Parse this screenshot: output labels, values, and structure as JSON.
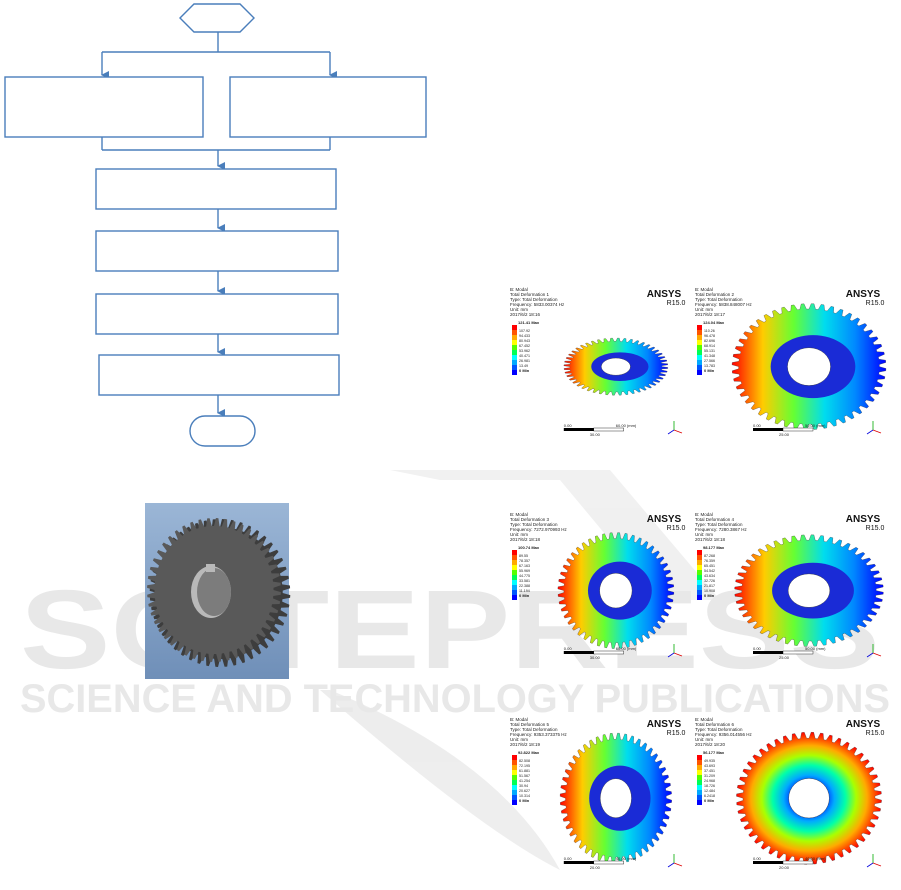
{
  "fem_panels": [
    {
      "title": [
        "B: Modal",
        "Total Deformation 1",
        "Type: Total Deformation",
        "Frequency: 5833.00374 Hz",
        "Unit: mm",
        "2017/6/2 18:16"
      ],
      "logo": "ANSYS",
      "version": "R15.0",
      "max_label": "121.41 Max",
      "legend": [
        "107.92",
        "94.433",
        "80.943",
        "67.452",
        "53.962",
        "40.471",
        "26.981",
        "13.49"
      ],
      "min_label": "0 Min",
      "scale_left": "0.00",
      "scale_right": "60.00 (mm)",
      "scale_mid": "30.00"
    },
    {
      "title": [
        "B: Modal",
        "Total Deformation 2",
        "Type: Total Deformation",
        "Frequency: 5838.848007 Hz",
        "Unit: mm",
        "2017/6/2 18:17"
      ],
      "logo": "ANSYS",
      "version": "R15.0",
      "max_label": "124.04 Max",
      "legend": [
        "110.26",
        "96.478",
        "82.696",
        "68.914",
        "55.131",
        "41.348",
        "27.566",
        "13.783"
      ],
      "min_label": "0 Min",
      "scale_left": "0.00",
      "scale_right": "50.00 (mm)",
      "scale_mid": "25.00"
    },
    {
      "title": [
        "B: Modal",
        "Total Deformation 3",
        "Type: Total Deformation",
        "Frequency: 7272.970993 Hz",
        "Unit: mm",
        "2017/6/2 18:18"
      ],
      "logo": "ANSYS",
      "version": "R15.0",
      "max_label": "100.74 Max",
      "legend": [
        "89.55",
        "78.357",
        "67.163",
        "55.969",
        "44.775",
        "33.581",
        "22.388",
        "11.194"
      ],
      "min_label": "0 Min",
      "scale_left": "0.00",
      "scale_right": "60.00 (mm)",
      "scale_mid": "30.00"
    },
    {
      "title": [
        "B: Modal",
        "Total Deformation 4",
        "Type: Total Deformation",
        "Frequency: 7280.3867 Hz",
        "Unit: mm",
        "2017/6/2 18:18"
      ],
      "logo": "ANSYS",
      "version": "R15.0",
      "max_label": "98.177 Max",
      "legend": [
        "87.268",
        "76.359",
        "65.451",
        "54.542",
        "43.634",
        "32.726",
        "21.817",
        "10.908"
      ],
      "min_label": "0 Min",
      "scale_left": "0.00",
      "scale_right": "50.00 (mm)",
      "scale_mid": "25.00"
    },
    {
      "title": [
        "B: Modal",
        "Total Deformation 5",
        "Type: Total Deformation",
        "Frequency: 9353.373375 Hz",
        "Unit: mm",
        "2017/6/2 18:19"
      ],
      "logo": "ANSYS",
      "version": "R15.0",
      "max_label": "92.822 Max",
      "legend": [
        "82.508",
        "72.195",
        "61.881",
        "51.567",
        "41.254",
        "30.94",
        "20.627",
        "10.314"
      ],
      "min_label": "0 Min",
      "scale_left": "0.00",
      "scale_right": "40.00 (mm)",
      "scale_mid": "20.00"
    },
    {
      "title": [
        "B: Modal",
        "Total Deformation 6",
        "Type: Total Deformation",
        "Frequency: 9356.014556 Hz",
        "Unit: mm",
        "2017/6/2 18:20"
      ],
      "logo": "ANSYS",
      "version": "R15.0",
      "max_label": "56.177 Max",
      "legend": [
        "49.935",
        "43.693",
        "37.451",
        "31.209",
        "24.968",
        "18.726",
        "12.484",
        "6.2418"
      ],
      "min_label": "0 Min",
      "scale_left": "0.00",
      "scale_right": "40.00 (mm)",
      "scale_mid": "20.00"
    }
  ],
  "watermark": {
    "big": "SCITEPRESS",
    "sub": "SCIENCE AND TECHNOLOGY PUBLICATIONS"
  },
  "colors": {
    "flow_line": "#4a7ebb",
    "contour": [
      "#0000ff",
      "#0055ff",
      "#00aaff",
      "#00ffff",
      "#00ff55",
      "#55ff00",
      "#ffff00",
      "#ffaa00",
      "#ff5500",
      "#ff0000"
    ]
  }
}
